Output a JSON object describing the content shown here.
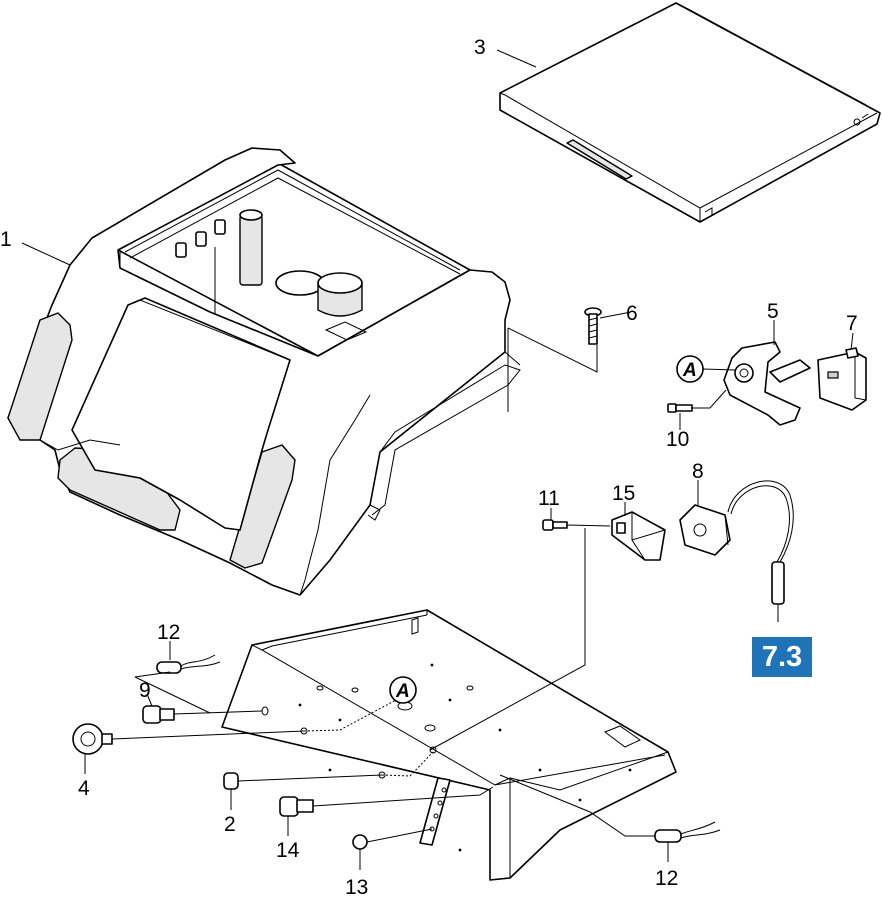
{
  "callouts": {
    "n1": "1",
    "n2": "2",
    "n3": "3",
    "n4": "4",
    "n5": "5",
    "n6": "6",
    "n7": "7",
    "n8": "8",
    "n9": "9",
    "n10": "10",
    "n11": "11",
    "n12a": "12",
    "n12b": "12",
    "n13": "13",
    "n14": "14",
    "n15": "15"
  },
  "markers": {
    "a1": "A",
    "a2": "A"
  },
  "reference": {
    "label": "7.3",
    "color": "#1f73b7"
  }
}
